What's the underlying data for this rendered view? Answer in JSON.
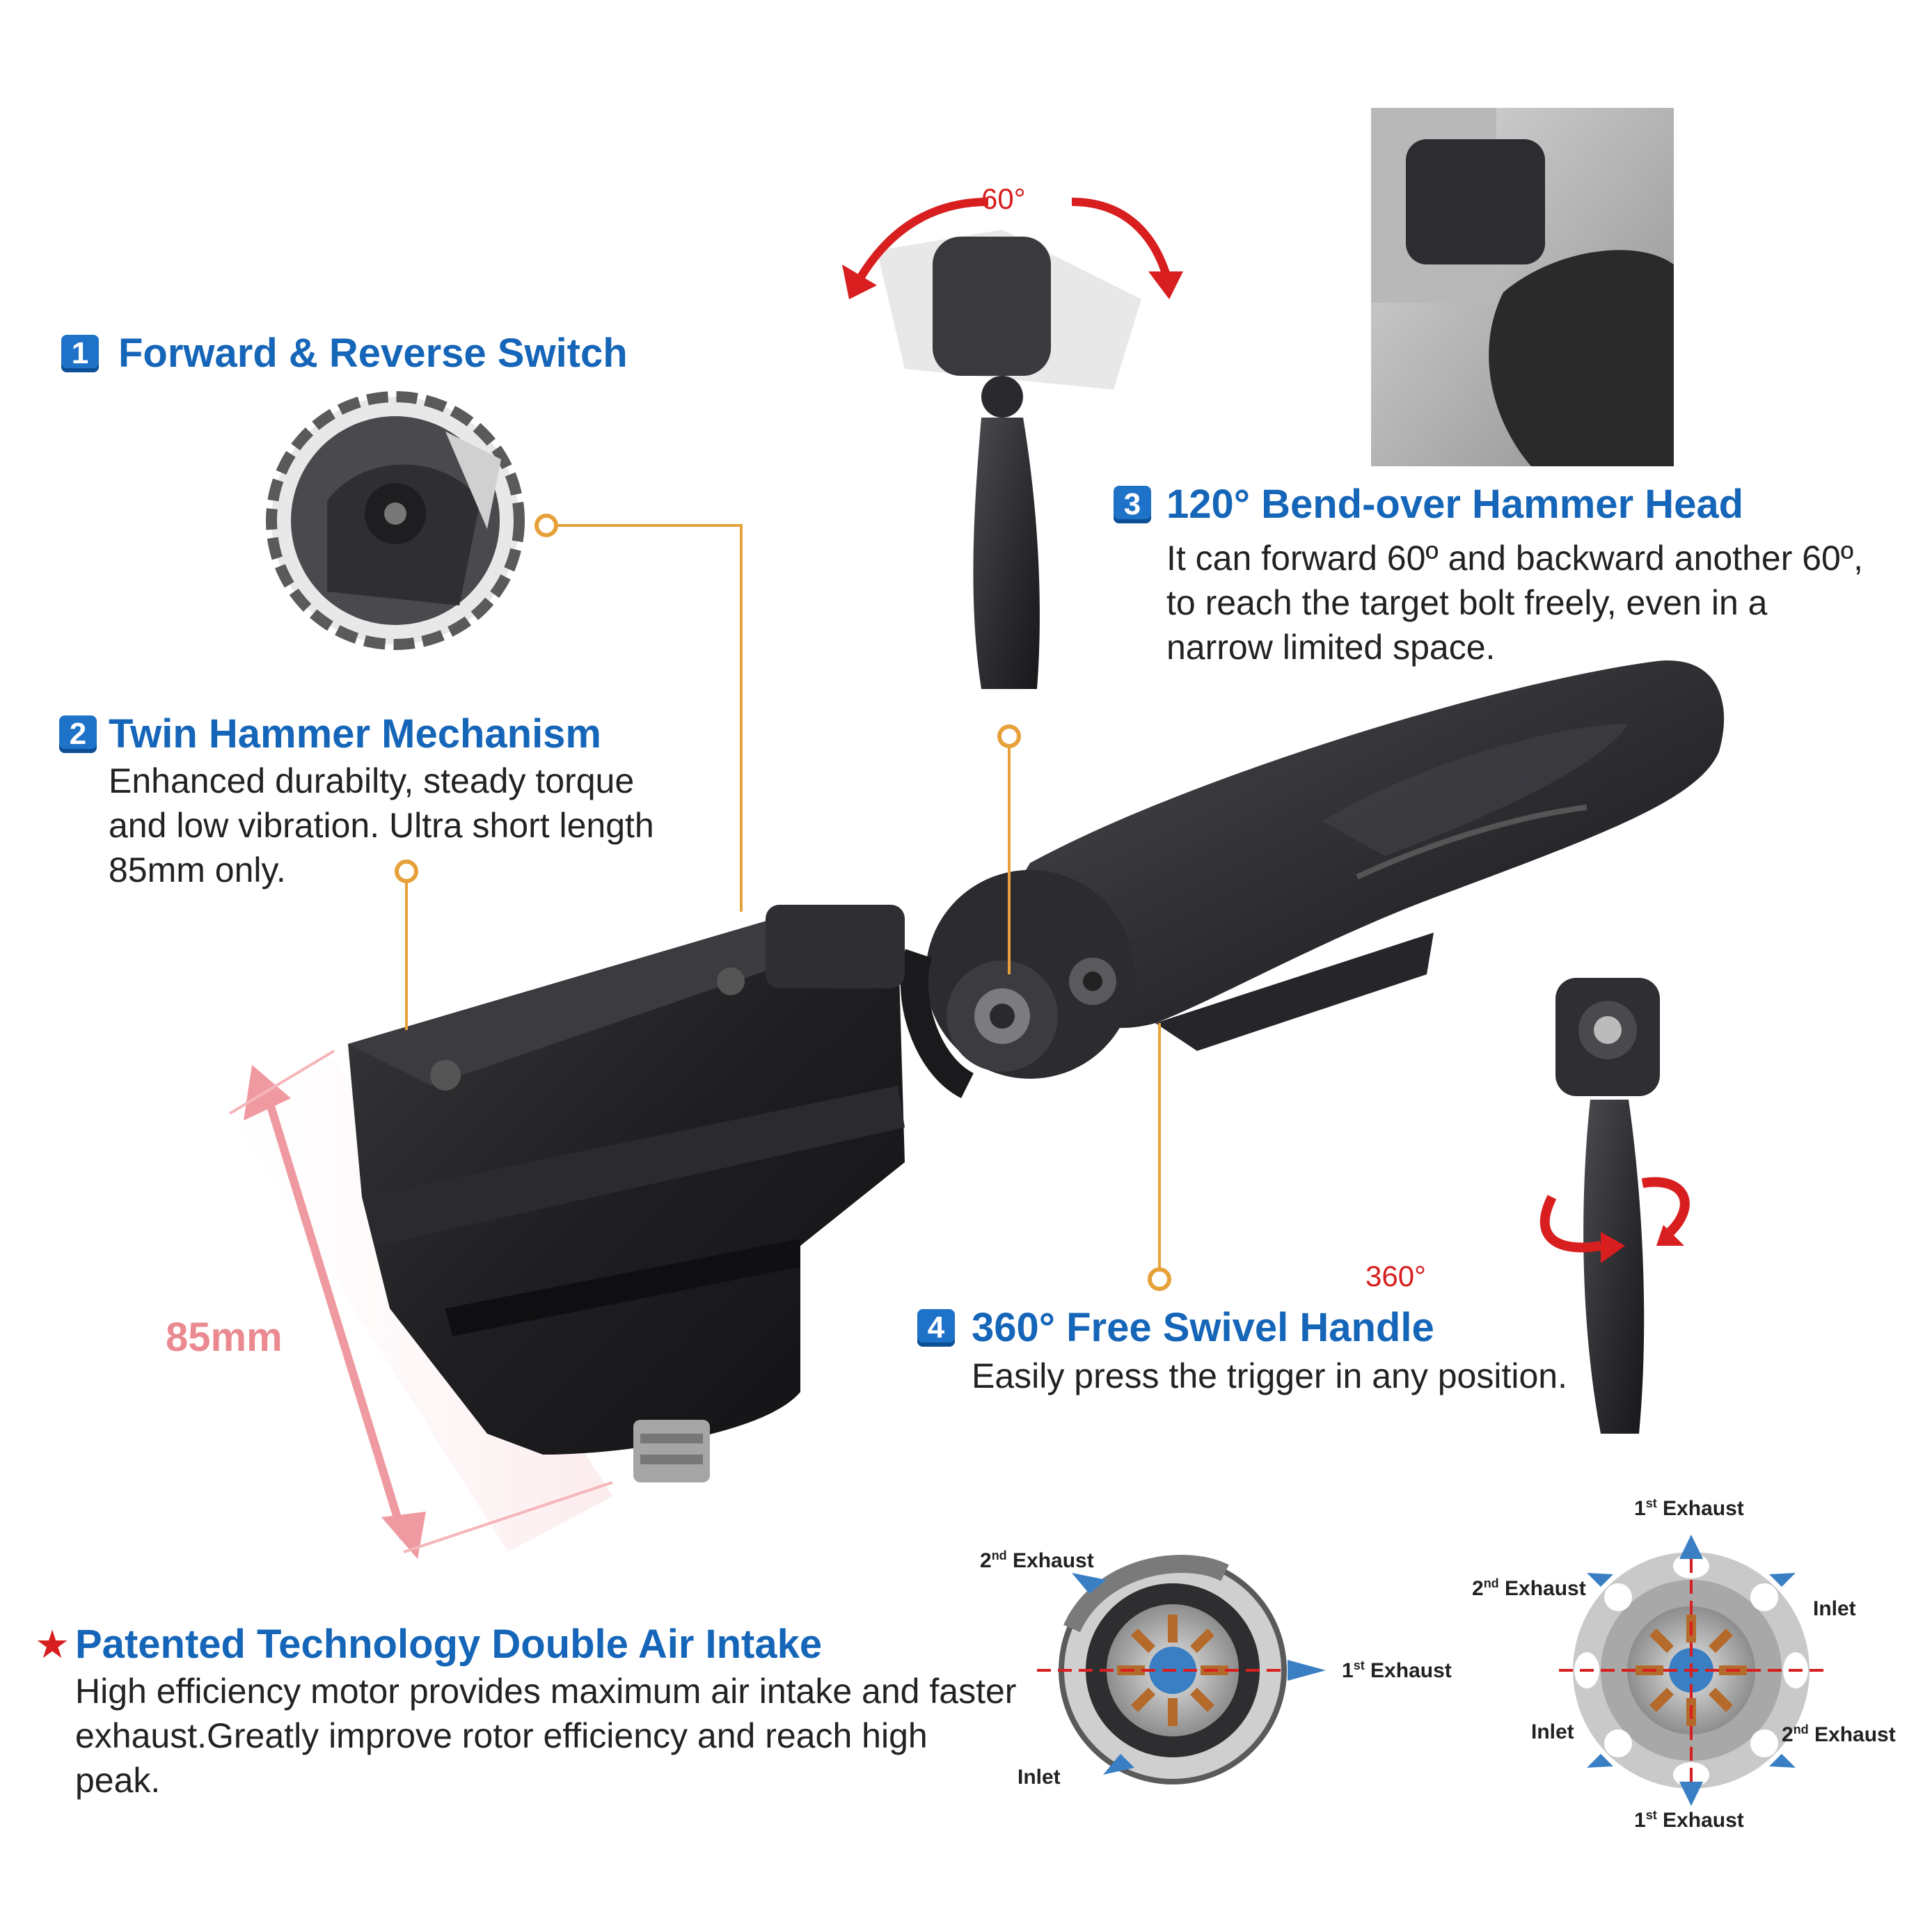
{
  "features": {
    "f1": {
      "number": "1",
      "title": "Forward & Reverse Switch"
    },
    "f2": {
      "number": "2",
      "title": "Twin Hammer Mechanism",
      "lines": [
        "Enhanced durabilty, steady torque",
        "and low vibration. Ultra short length",
        "85mm only."
      ]
    },
    "f3": {
      "number": "3",
      "title": "120° Bend-over Hammer Head",
      "lines": [
        "It can forward 60º and backward another 60º,",
        "to reach the target bolt freely, even in a",
        "narrow limited space."
      ]
    },
    "f4": {
      "number": "4",
      "title": "360° Free Swivel Handle",
      "lines": [
        "Easily press the trigger in any position."
      ]
    },
    "f5": {
      "title": "Patented Technology Double Air Intake",
      "lines": [
        "High efficiency motor provides maximum air intake and faster",
        "exhaust.Greatly improve rotor efficiency and reach high peak."
      ]
    }
  },
  "labels": {
    "dimension": "85mm",
    "angle_head": "60°",
    "angle_handle": "360°"
  },
  "diagram_left": {
    "exhaust2": {
      "n": "2",
      "sup": "nd",
      "text": "Exhaust"
    },
    "exhaust1": {
      "n": "1",
      "sup": "st",
      "text": "Exhaust"
    },
    "inlet": "Inlet"
  },
  "diagram_right": {
    "exhaust1_top": {
      "n": "1",
      "sup": "st",
      "text": "Exhaust"
    },
    "exhaust2_left": {
      "n": "2",
      "sup": "nd",
      "text": "Exhaust"
    },
    "inlet_right": "Inlet",
    "inlet_left": "Inlet",
    "exhaust2_right": {
      "n": "2",
      "sup": "nd",
      "text": "Exhaust"
    },
    "exhaust1_bottom": {
      "n": "1",
      "sup": "st",
      "text": "Exhaust"
    }
  },
  "colors": {
    "heading_blue": "#1565b8",
    "badge_blue": "#1e73c8",
    "callout_orange": "#e7a13a",
    "arrow_red": "#d81e1e",
    "dimension_pink": "#ea8a90"
  }
}
